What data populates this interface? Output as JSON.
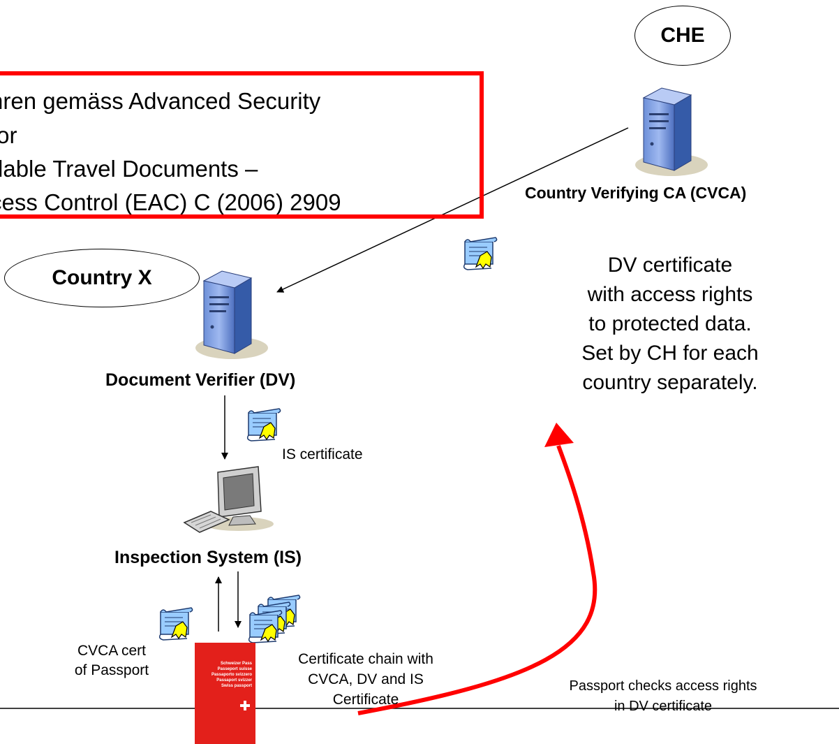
{
  "title_box": {
    "lines": [
      "hren gemäss Advanced Security",
      "for",
      "dable Travel Documents –",
      "cess Control (EAC) C (2006) 2909"
    ]
  },
  "che_label": "CHE",
  "country_x_label": "Country X",
  "cvca": {
    "label": "Country Verifying CA (CVCA)"
  },
  "dv": {
    "label": "Document Verifier (DV)"
  },
  "is": {
    "label": "Inspection System (IS)"
  },
  "is_certificate_label": "IS certificate",
  "dv_cert_note": [
    "DV certificate",
    "with access rights",
    "to protected data.",
    "Set by CH for each",
    "country separately."
  ],
  "cvca_cert_label": [
    "CVCA cert",
    "of Passport"
  ],
  "chain_label": [
    "Certificate chain with",
    "CVCA, DV and IS",
    "Certificate"
  ],
  "passport": {
    "lines": [
      "Schweizer Pass",
      "Passeport suisse",
      "Passaporto svizzero",
      "Passaport svizzer",
      "Swiss passport"
    ]
  },
  "passport_check_label": [
    "Passport checks access rights",
    "in DV certificate"
  ],
  "colors": {
    "frame": "#ff0000",
    "arrow": "#ff0000",
    "passport": "#e3201b",
    "certificate": "#99ccff",
    "seal": "#ffff00"
  }
}
